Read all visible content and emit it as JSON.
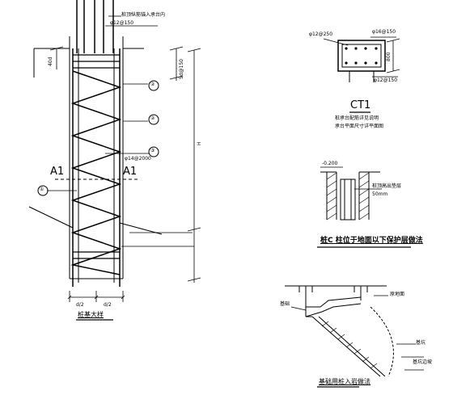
{
  "pile_detail": {
    "top_rebar_note": "桩顶纵筋锚入承台内",
    "spacing_top": "φ12@150",
    "section_left": "A1",
    "section_right": "A1",
    "callout_1": "①",
    "callout_2": "②",
    "callout_3": "③",
    "spiral_spec": "φ14@2000",
    "dim_bottom_left": "d/2",
    "dim_bottom_right": "d/2",
    "dim_height": "H",
    "dim_top": "40d",
    "dim_spiral": "5d@150",
    "title": "桩基大样"
  },
  "ct1_detail": {
    "spec_top_left": "φ12@250",
    "spec_top_right": "φ16@150",
    "spec_bottom": "φ12@150",
    "dim_right": "800",
    "title": "CT1",
    "note_line1": "桩承台配筋详见说明",
    "note_line2": "承台平面尺寸详平面图"
  },
  "protection_detail": {
    "elevation": "-0.200",
    "side_note": "桩顶高出垫层",
    "side_note2": "50mm",
    "title": "桩C 柱位于地面以下保护层做法"
  },
  "foundation_detail": {
    "label_left": "基础",
    "label_right_1": "原地面",
    "label_right_2": "基坑",
    "label_bottom": "基坑边坡",
    "title": "基础用桩入岩做法"
  }
}
